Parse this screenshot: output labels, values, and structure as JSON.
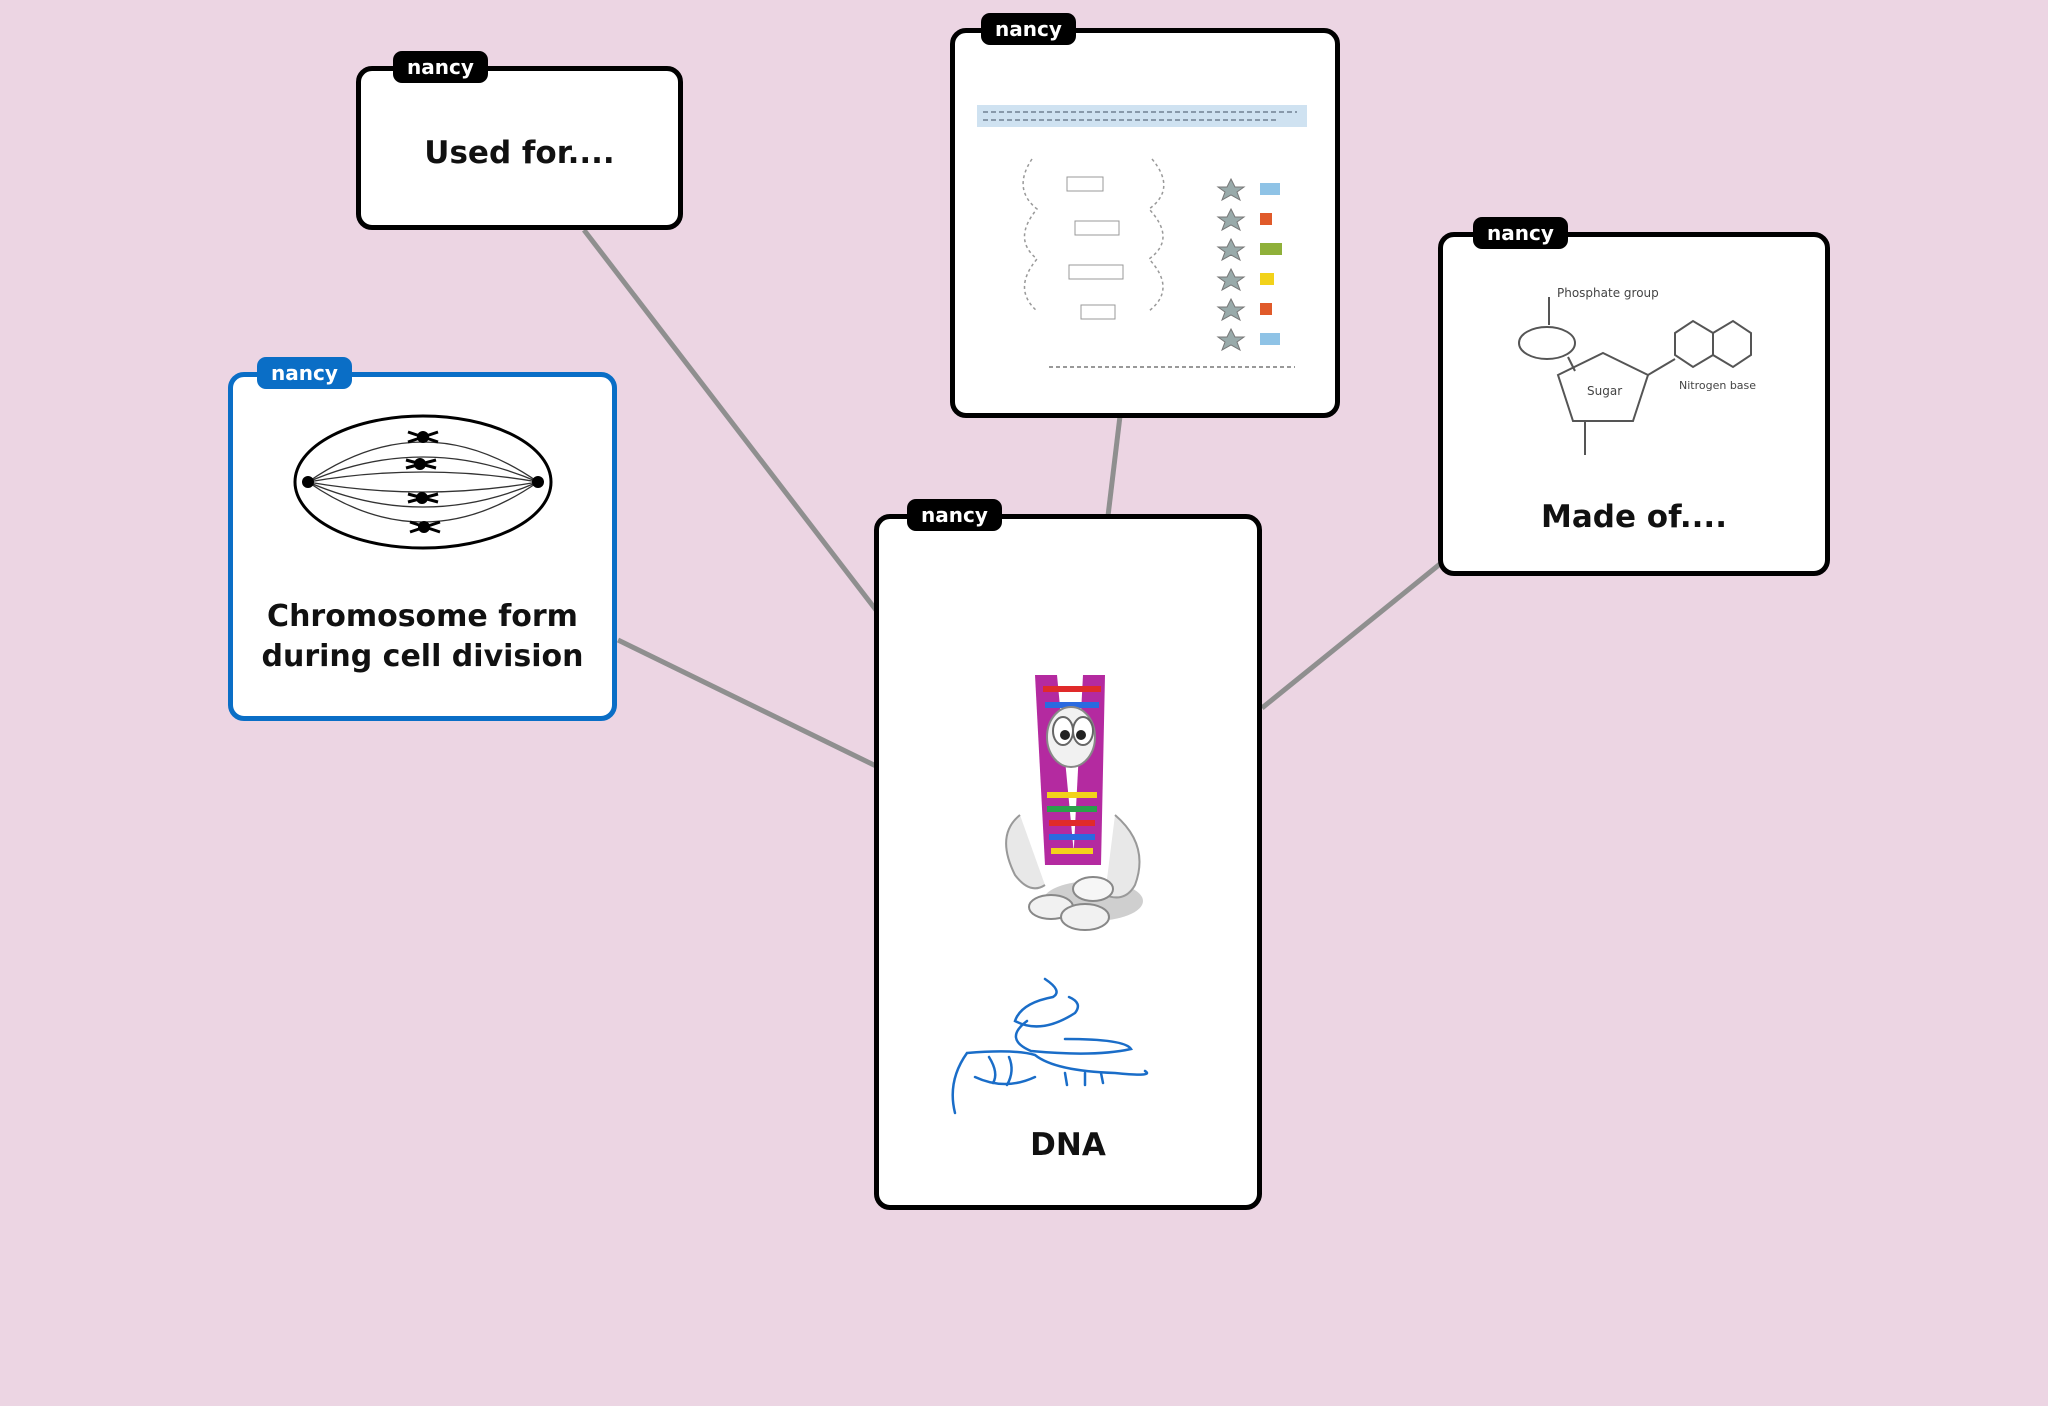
{
  "colors": {
    "background": "#ecd5e3",
    "link": "#8f8f8f",
    "selected": "#0a6ec6"
  },
  "cards": {
    "used_for": {
      "author": "nancy",
      "title": "Used for...."
    },
    "worksheet": {
      "author": "nancy"
    },
    "made_of": {
      "author": "nancy",
      "title": "Made of....",
      "diagram_phosphate": "Phosphate group",
      "diagram_sugar": "Sugar",
      "diagram_base": "Nitrogen base"
    },
    "chromosome": {
      "author": "nancy",
      "title_line1": "Chromosome form",
      "title_line2": "during cell division"
    },
    "dna": {
      "author": "nancy",
      "title": "DNA"
    }
  }
}
